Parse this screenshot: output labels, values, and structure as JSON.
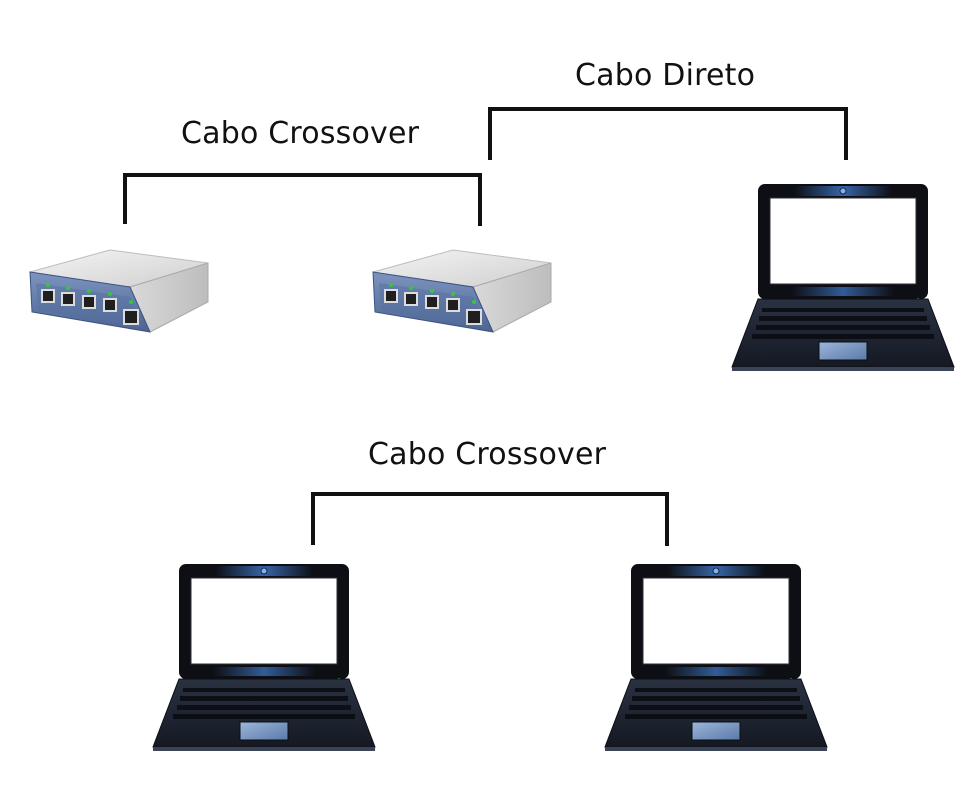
{
  "labels": {
    "crossover_top": "Cabo Crossover",
    "direto": "Cabo Direto",
    "crossover_bottom": "Cabo Crossover"
  },
  "devices": [
    {
      "type": "switch",
      "icon": "network-switch-icon",
      "ports": 5
    },
    {
      "type": "switch",
      "icon": "network-switch-icon",
      "ports": 5
    },
    {
      "type": "laptop",
      "icon": "laptop-icon"
    },
    {
      "type": "laptop",
      "icon": "laptop-icon"
    },
    {
      "type": "laptop",
      "icon": "laptop-icon"
    }
  ],
  "connections": [
    {
      "label_key": "crossover_top",
      "from": 0,
      "to": 1
    },
    {
      "label_key": "direto",
      "from": 1,
      "to": 2
    },
    {
      "label_key": "crossover_bottom",
      "from": 3,
      "to": 4
    }
  ],
  "colors": {
    "cable": "#111111",
    "switch_front": "#5f7aa8",
    "switch_top": "#e6e6e6",
    "laptop_body": "#1c2230",
    "screen": "#ffffff",
    "led": "#35c83a"
  }
}
